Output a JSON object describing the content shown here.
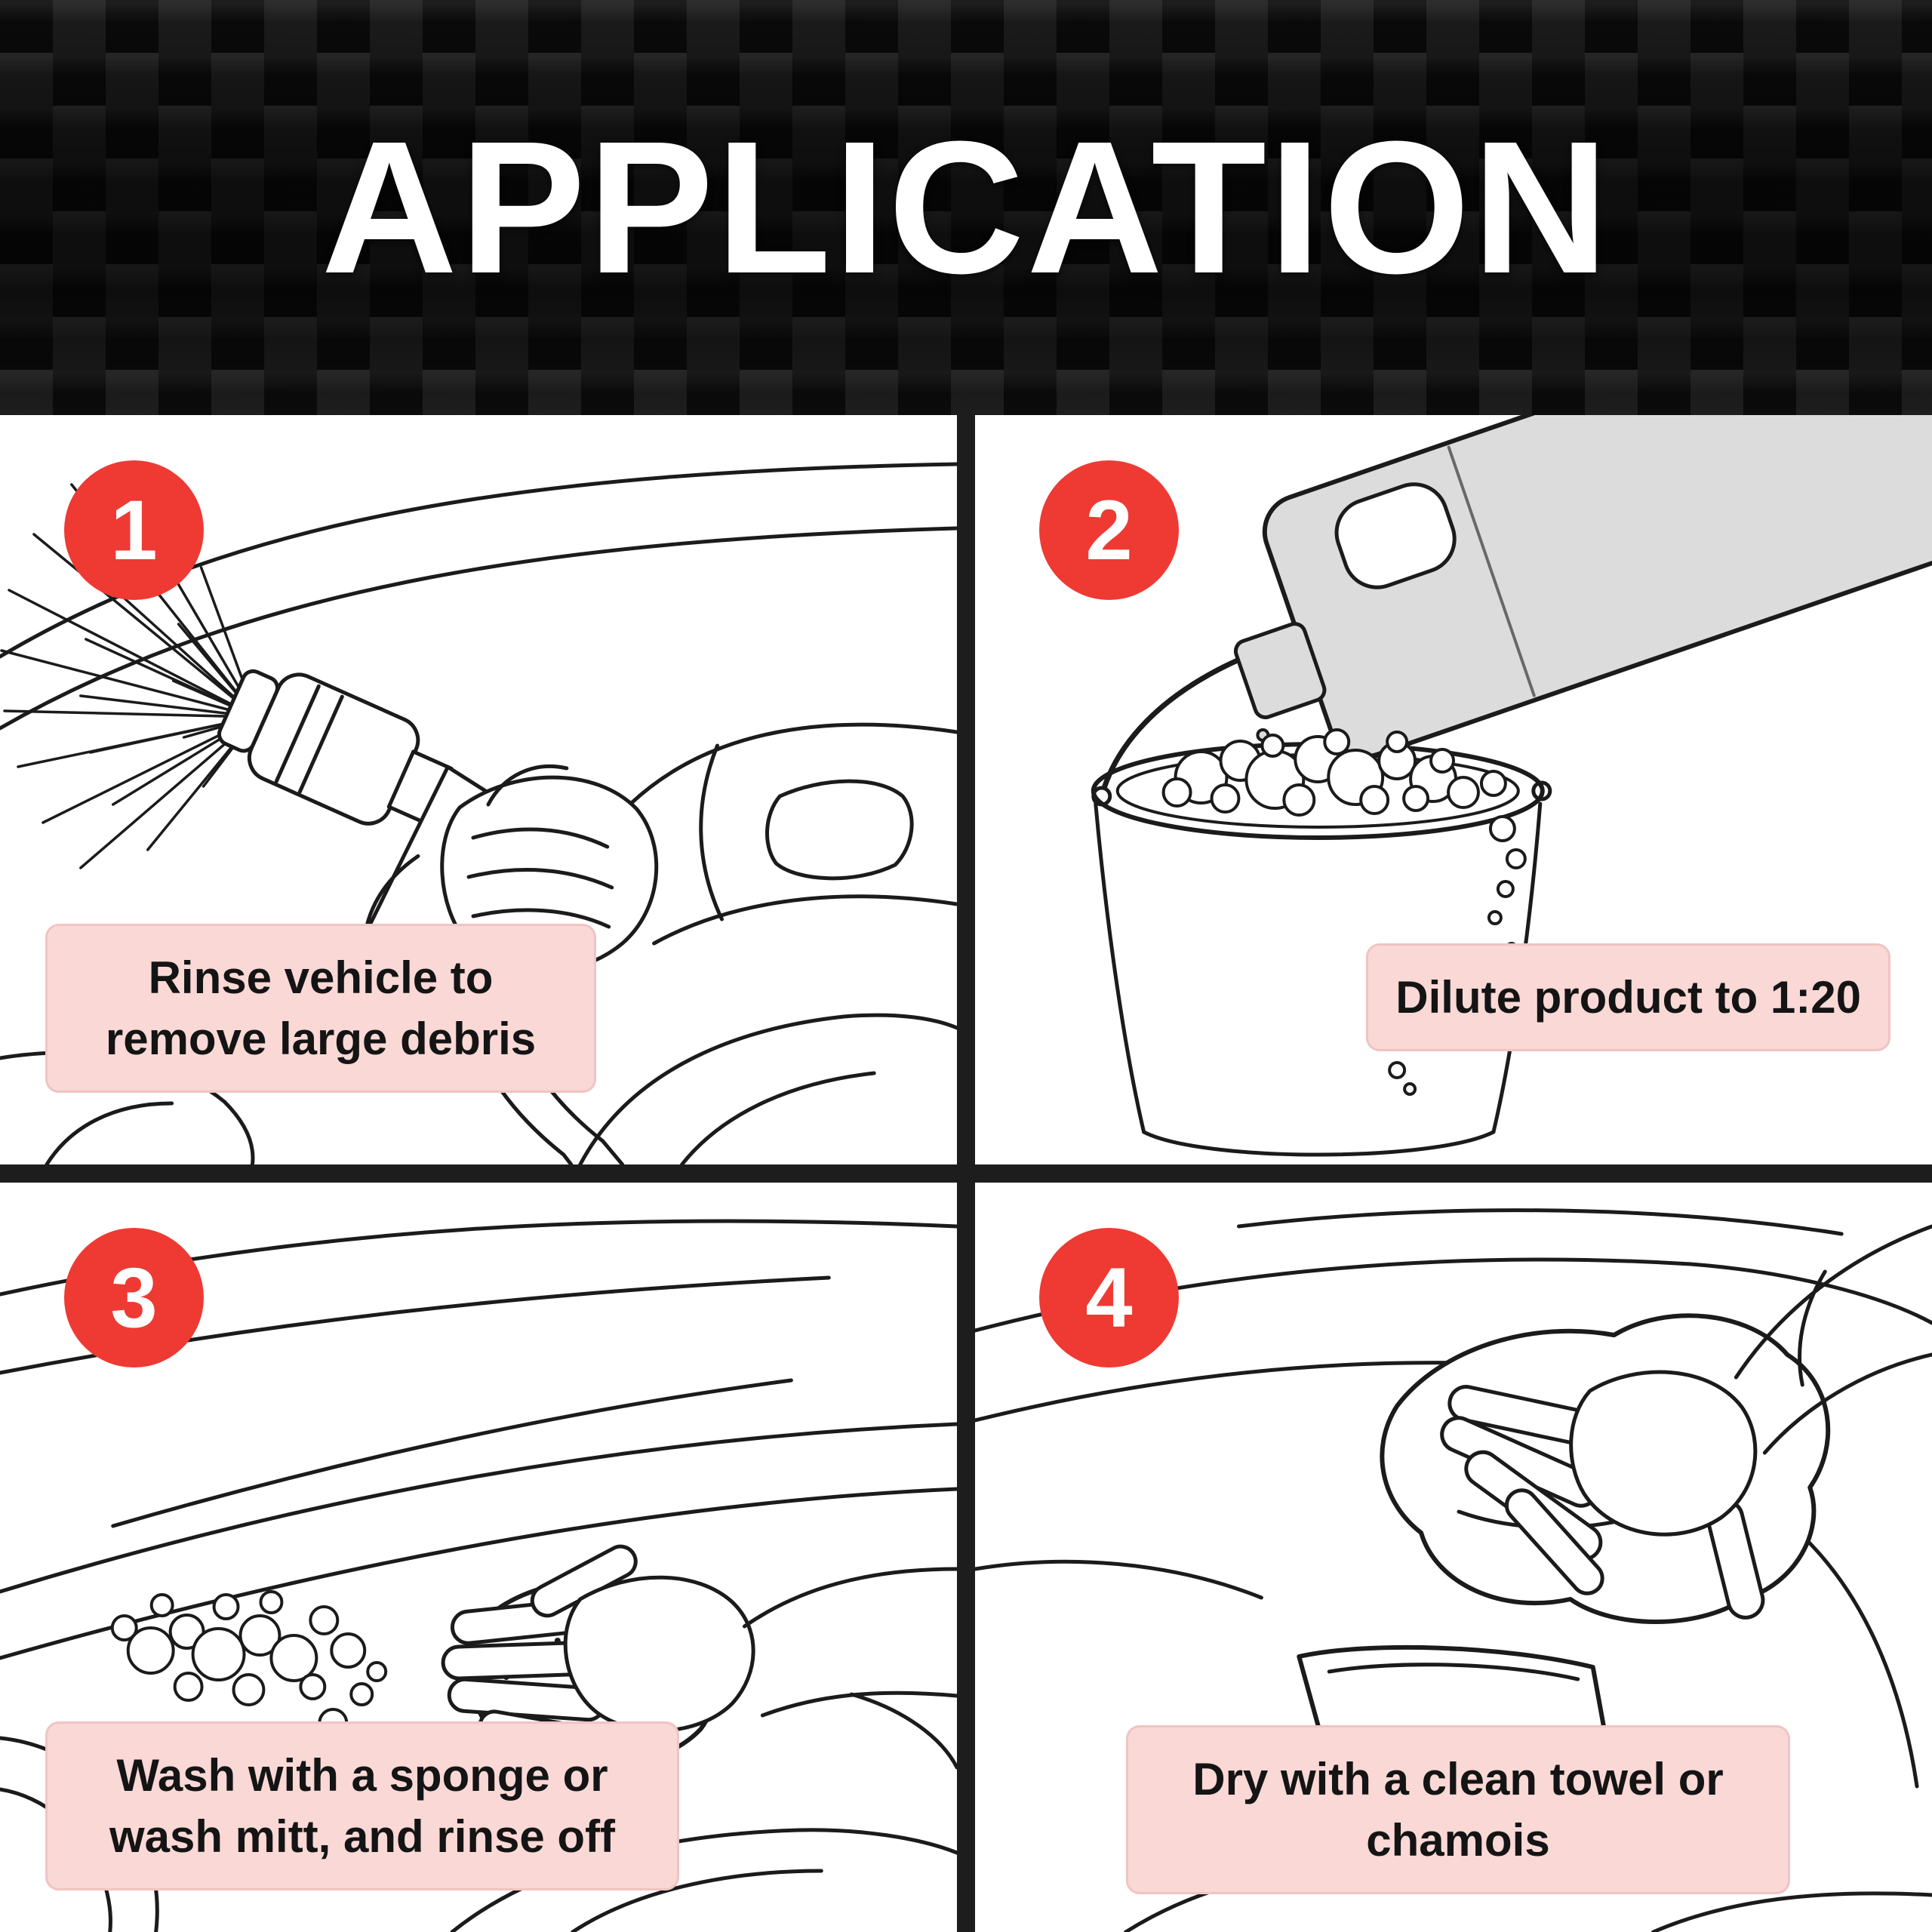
{
  "header": {
    "title": "APPLICATION"
  },
  "steps": [
    {
      "number": "1",
      "caption": "Rinse vehicle to remove large debris",
      "caption_lines": [
        "Rinse vehicle to",
        "remove large debris"
      ],
      "illustration": "spray-hose-rinsing-car"
    },
    {
      "number": "2",
      "caption": "Dilute product to 1:20",
      "caption_lines": [
        "Dilute product to 1:20"
      ],
      "illustration": "jug-pouring-into-bucket-of-suds"
    },
    {
      "number": "3",
      "caption": "Wash with a sponge or wash mitt, and rinse off",
      "caption_lines": [
        "Wash with a sponge or",
        "wash mitt, and rinse off"
      ],
      "illustration": "sponge-washing-car-hood"
    },
    {
      "number": "4",
      "caption": "Dry with a clean towel or chamois",
      "caption_lines": [
        "Dry with a clean towel or",
        "chamois"
      ],
      "illustration": "towel-drying-car"
    }
  ],
  "colors": {
    "badge": "#ee3a33",
    "badge_text": "#ffffff",
    "caption_bg": "#f9d8d6",
    "caption_border": "#f0c4c2",
    "caption_text": "#141414",
    "panel_bg": "#ffffff",
    "divider": "#1d1d1d",
    "title": "#ffffff"
  }
}
